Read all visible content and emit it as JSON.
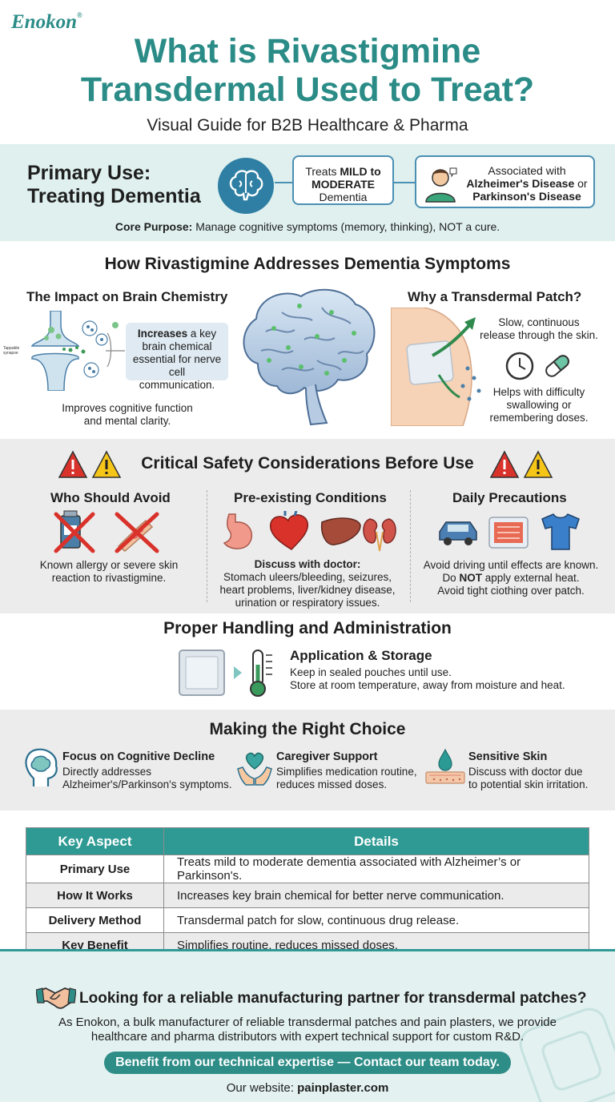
{
  "brand": {
    "logo": "Enokon",
    "logo_mark": "®"
  },
  "header": {
    "title_line1": "What is Rivastigmine",
    "title_line2": "Transdermal Used to Treat?",
    "subtitle": "Visual Guide for B2B Healthcare & Pharma"
  },
  "primary": {
    "title_line1": "Primary Use:",
    "title_line2": "Treating Dementia",
    "mild_pre": "Treats ",
    "mild_bold": "MILD to",
    "mild_bold2": "MODERATE",
    "mild_post": "Dementia",
    "assoc_pre": "Associated with",
    "assoc_b1": "Alzheimer's Disease",
    "assoc_or": " or",
    "assoc_b2": "Parkinson's Disease",
    "core_label": "Core Purpose:",
    "core_text": " Manage cognitive symptoms (memory, thinking), NOT a cure."
  },
  "how": {
    "heading": "How Rivastigmine Addresses Dementia Symptoms",
    "impact_title": "The Impact on Brain Chemistry",
    "synapse_label": "Tappable synapse",
    "callout_bold": "Increases",
    "callout_rest": " a key brain chemical essential for nerve cell communication.",
    "impact_caption_1": "Improves cognitive function",
    "impact_caption_2": "and mental clarity.",
    "patch_title": "Why a Transdermal Patch?",
    "patch_text_1": "Slow, continuous",
    "patch_text_2": "release through the skin.",
    "patch_help_1": "Helps with difficulty",
    "patch_help_2": "swallowing or",
    "patch_help_3": "remembering doses."
  },
  "safety": {
    "heading": "Critical Safety Considerations Before Use",
    "col1_title": "Who Should Avoid",
    "col1_text_1": "Known allergy or severe skin",
    "col1_text_2": "reaction to rivastigmine.",
    "col2_title": "Pre-existing Conditions",
    "col2_bold": "Discuss with doctor:",
    "col2_text_1": "Stomach uleers/bleeding, seizures,",
    "col2_text_2": "heart problems, liver/kidney disease,",
    "col2_text_3": "urination or respiratory issues.",
    "col3_title": "Daily Precautions",
    "col3_text_1": "Avoid driving until effects are known.",
    "col3_text_2_pre": "Do ",
    "col3_text_2_bold": "NOT",
    "col3_text_2_post": " apply external heat.",
    "col3_text_3": "Avoid tight ciothing over patch."
  },
  "handling": {
    "heading": "Proper Handling and Administration",
    "title": "Application & Storage",
    "text_1": "Keep in sealed pouches until use.",
    "text_2": "Store at room temperature, away from moisture and heat."
  },
  "choice": {
    "heading": "Making the Right Choice",
    "items": [
      {
        "title": "Focus on Cognitive Decline",
        "line1": "Directly addresses",
        "line2": "Alzheimer's/Parkinson's symptoms."
      },
      {
        "title": "Caregiver Support",
        "line1": "Simplifies medication routine,",
        "line2": "reduces missed doses."
      },
      {
        "title": "Sensitive Skin",
        "line1": "Discuss with doctor due",
        "line2": "to potential skin irritation."
      }
    ]
  },
  "table": {
    "headers": [
      "Key Aspect",
      "Details"
    ],
    "rows": [
      {
        "k": "Primary Use",
        "v": "Treats mild to moderate dementia associated with Alzheimer’s or Parkinson's."
      },
      {
        "k": "How It Works",
        "v": "Increases key brain chemical for better nerve communication."
      },
      {
        "k": "Delivery Method",
        "v": "Transdermal patch for slow, continuous drug release."
      },
      {
        "k": "Key Benefit",
        "v": "Simplifies routine, reduces missed doses."
      }
    ]
  },
  "footer": {
    "question": "Looking for a reliable manufacturing partner for transdermal patches?",
    "body_1": "As Enokon, a bulk manufacturer of reliable transdermal patches and pain plasters, we provide",
    "body_2": "healthcare and pharma distributors with expert technical support for custom R&D.",
    "cta": "Benefit from our technical expertise — Contact our team today.",
    "website_label": "Our website: ",
    "website": "painplaster.com"
  },
  "colors": {
    "teal": "#2b8c87",
    "band": "#dff0ef",
    "gray_band": "#ececec",
    "warning_red": "#d9322b",
    "warning_yellow": "#f5c518"
  }
}
